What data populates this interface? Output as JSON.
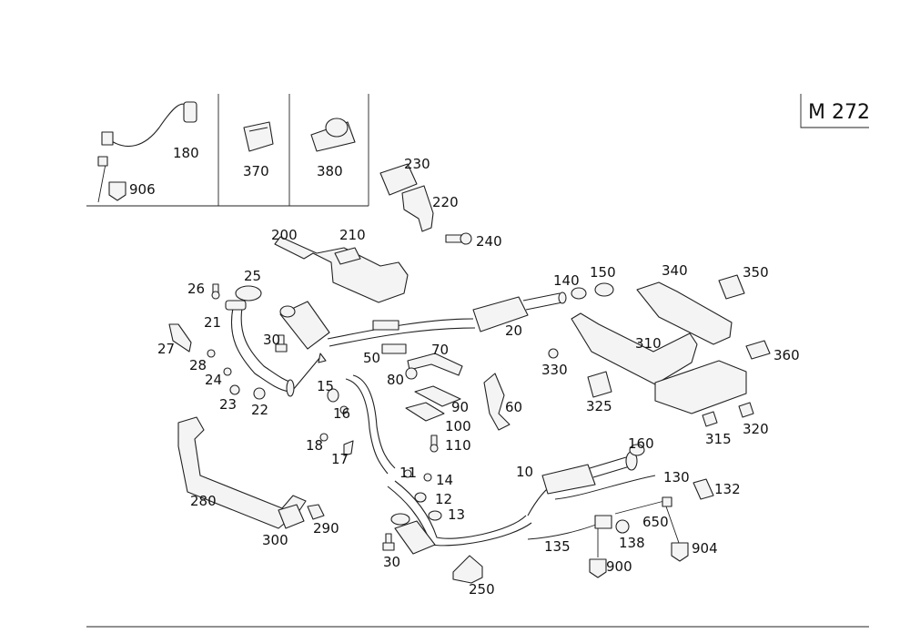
{
  "model": {
    "code": "M 272"
  },
  "callouts": {
    "c10": "10",
    "c11": "11",
    "c12": "12",
    "c13": "13",
    "c14": "14",
    "c15": "15",
    "c16": "16",
    "c17": "17",
    "c18": "18",
    "c20": "20",
    "c21": "21",
    "c22": "22",
    "c23": "23",
    "c24": "24",
    "c25": "25",
    "c26": "26",
    "c27": "27",
    "c28": "28",
    "c30a": "30",
    "c30b": "30",
    "c50": "50",
    "c60": "60",
    "c70": "70",
    "c80": "80",
    "c90": "90",
    "c100": "100",
    "c110": "110",
    "c130": "130",
    "c132": "132",
    "c135": "135",
    "c138": "138",
    "c140": "140",
    "c150": "150",
    "c160": "160",
    "c180": "180",
    "c200": "200",
    "c210": "210",
    "c220": "220",
    "c230": "230",
    "c240": "240",
    "c250": "250",
    "c280": "280",
    "c290": "290",
    "c300": "300",
    "c310": "310",
    "c315": "315",
    "c320": "320",
    "c325": "325",
    "c330": "330",
    "c340": "340",
    "c350": "350",
    "c360": "360",
    "c370": "370",
    "c380": "380",
    "c650": "650",
    "c900": "900",
    "c904": "904",
    "c906": "906"
  }
}
